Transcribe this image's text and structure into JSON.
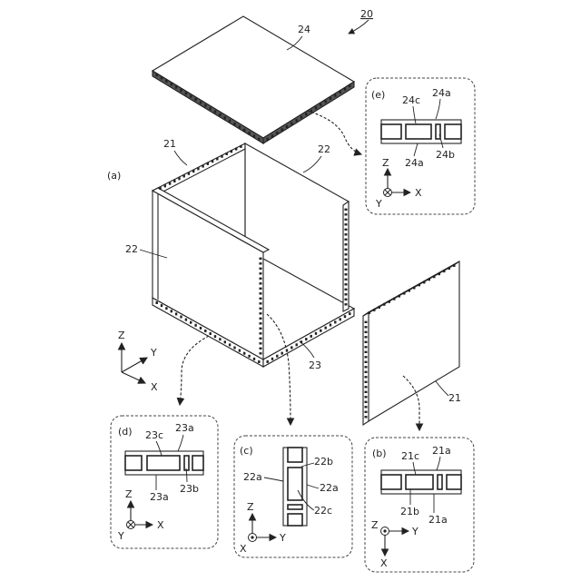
{
  "figure": {
    "number": "20",
    "view_label": "(a)",
    "part_labels": {
      "top_panel": "24",
      "left_rear_edge": "21",
      "right_panel": "22",
      "left_panel": "22",
      "bottom_panel": "23",
      "front_panel": "21"
    },
    "axes": {
      "z": "Z",
      "y": "Y",
      "x": "X"
    }
  },
  "details": {
    "e": {
      "label": "(e)",
      "labels": [
        "24c",
        "24a",
        "24a",
        "24b"
      ],
      "axes": {
        "up": "Z",
        "right": "X",
        "center": "Y"
      }
    },
    "d": {
      "label": "(d)",
      "labels": [
        "23c",
        "23a",
        "23a",
        "23b"
      ],
      "axes": {
        "up": "Z",
        "right": "X",
        "center": "Y"
      }
    },
    "c": {
      "label": "(c)",
      "labels": [
        "22b",
        "22a",
        "22a",
        "22c"
      ],
      "axes": {
        "up": "Z",
        "right": "Y",
        "center": "X"
      }
    },
    "b": {
      "label": "(b)",
      "labels": [
        "21c",
        "21a",
        "21b",
        "21a"
      ],
      "axes": {
        "down": "X",
        "right": "Y",
        "center": "Z"
      }
    }
  }
}
